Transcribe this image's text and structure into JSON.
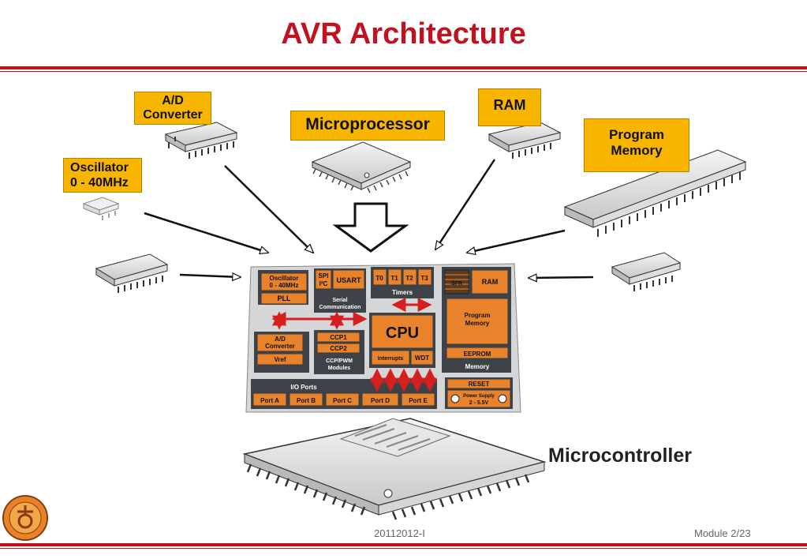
{
  "title": "AVR Architecture",
  "labels": {
    "ad_converter": [
      "A/D",
      "Converter"
    ],
    "microprocessor": "Microprocessor",
    "ram": "RAM",
    "program_memory": [
      "Program",
      "Memory"
    ],
    "oscillator": [
      "Oscillator",
      "0 - 40MHz"
    ],
    "microcontroller": "Microcontroller"
  },
  "block_diagram": {
    "oscillator": [
      "Oscillator",
      "0 - 40MHz"
    ],
    "pll": "PLL",
    "spi": "SPI",
    "i2c": "I²C",
    "usart": "USART",
    "serial_comm": [
      "Serial",
      "Communication"
    ],
    "timers": [
      "T0",
      "T1",
      "T2",
      "T3"
    ],
    "timers_label": "Timers",
    "sfr": "SFR",
    "ram": "RAM",
    "program_memory": [
      "Program",
      "Memory"
    ],
    "eeprom": "EEPROM",
    "memory_label": "Memory",
    "ad_converter": [
      "A/D",
      "Converter"
    ],
    "vref": "Vref",
    "ccp1": "CCP1",
    "ccp2": "CCP2",
    "ccp_pwm": [
      "CCP/PWM",
      "Modules"
    ],
    "cpu": "CPU",
    "interrupts": "Interrupts",
    "wdt": "WDT",
    "io_ports_label": "I/O Ports",
    "ports": [
      "Port A",
      "Port B",
      "Port C",
      "Port D",
      "Port E"
    ],
    "reset": "RESET",
    "power_supply": [
      "Power Supply",
      "2 - 5.5V"
    ]
  },
  "footer": {
    "center": "20112012-I",
    "right": "Module 2/23"
  },
  "colors": {
    "accent_red": "#c0121f",
    "label_yellow": "#f7b500",
    "block_orange": "#e8832b",
    "block_dark": "#3d4349",
    "arrow_red": "#d62020"
  }
}
